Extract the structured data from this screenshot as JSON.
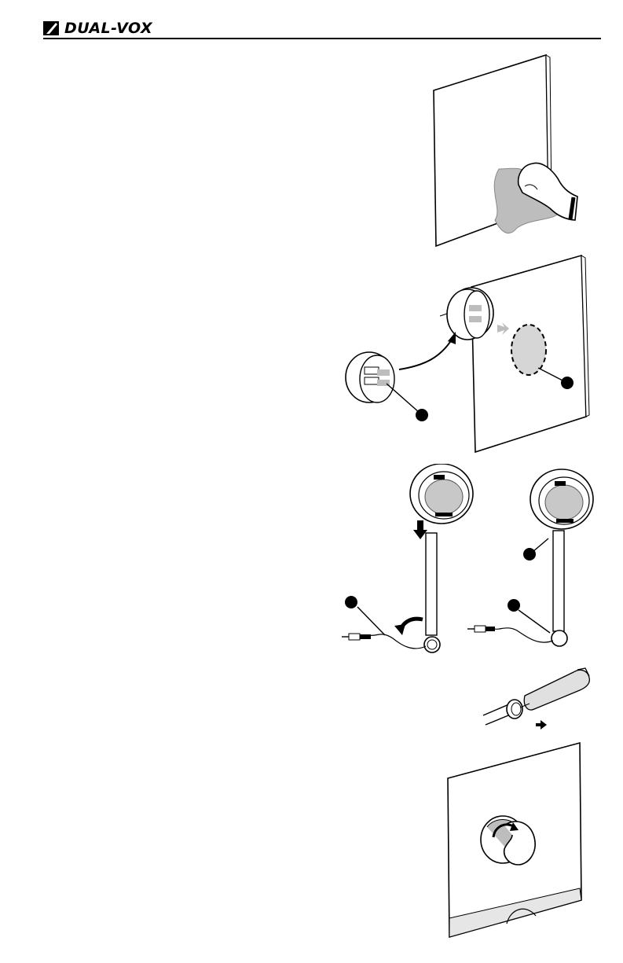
{
  "header": {
    "logo_text": "DUAL-VOX",
    "logo_icon": "z-slash-logo-icon"
  },
  "figures": [
    {
      "id": "step-clean-glass",
      "icons": [
        "glass-panel-icon",
        "cloth-icon",
        "hand-icon"
      ]
    },
    {
      "id": "step-apply-adhesive",
      "icons": [
        "glass-panel-icon",
        "mic-base-icon",
        "adhesive-area-icon",
        "callout-dot-icon"
      ]
    },
    {
      "id": "step-attach-mic",
      "icons": [
        "microphone-icon",
        "cable-icon",
        "plug-icon",
        "arrow-icon",
        "callout-dot-icon"
      ]
    },
    {
      "id": "step-cable-exit",
      "icons": [
        "tube-icon",
        "cable-icon",
        "arrow-icon"
      ]
    },
    {
      "id": "step-mount-windshield",
      "icons": [
        "windshield-icon",
        "mic-base-icon",
        "rotate-arrow-icon"
      ]
    }
  ],
  "colors": {
    "ink": "#000000",
    "shade": "#bdbdbd",
    "light_shade": "#d6d6d6"
  }
}
